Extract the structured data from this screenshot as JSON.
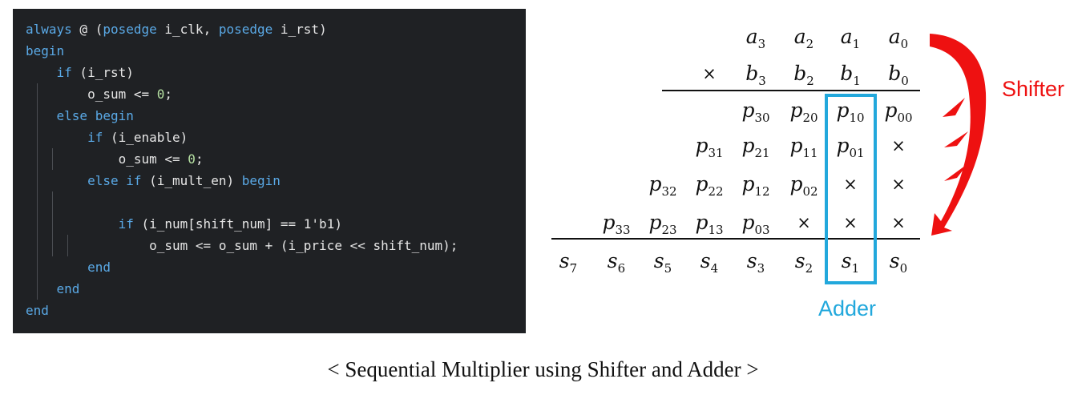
{
  "code": {
    "lines": [
      [
        {
          "t": "always",
          "k": "kw"
        },
        {
          "t": " @ (",
          "k": "id"
        },
        {
          "t": "posedge",
          "k": "kw"
        },
        {
          "t": " i_clk, ",
          "k": "id"
        },
        {
          "t": "posedge",
          "k": "kw"
        },
        {
          "t": " i_rst)",
          "k": "id"
        }
      ],
      [
        {
          "t": "begin",
          "k": "kw"
        }
      ],
      [
        {
          "t": "    ",
          "k": "id"
        },
        {
          "t": "if",
          "k": "kw"
        },
        {
          "t": " (i_rst)",
          "k": "id"
        }
      ],
      [
        {
          "t": "        o_sum <= ",
          "k": "id"
        },
        {
          "t": "0",
          "k": "num"
        },
        {
          "t": ";",
          "k": "id"
        }
      ],
      [
        {
          "t": "    ",
          "k": "id"
        },
        {
          "t": "else begin",
          "k": "kw"
        }
      ],
      [
        {
          "t": "        ",
          "k": "id"
        },
        {
          "t": "if",
          "k": "kw"
        },
        {
          "t": " (i_enable)",
          "k": "id"
        }
      ],
      [
        {
          "t": "            o_sum <= ",
          "k": "id"
        },
        {
          "t": "0",
          "k": "num"
        },
        {
          "t": ";",
          "k": "id"
        }
      ],
      [
        {
          "t": "        ",
          "k": "id"
        },
        {
          "t": "else if",
          "k": "kw"
        },
        {
          "t": " (i_mult_en) ",
          "k": "id"
        },
        {
          "t": "begin",
          "k": "kw"
        }
      ],
      [],
      [
        {
          "t": "            ",
          "k": "id"
        },
        {
          "t": "if",
          "k": "kw"
        },
        {
          "t": " (i_num[shift_num] == 1'b1)",
          "k": "id"
        }
      ],
      [
        {
          "t": "                o_sum <= o_sum + (i_price << shift_num);",
          "k": "id"
        }
      ],
      [
        {
          "t": "        ",
          "k": "id"
        },
        {
          "t": "end",
          "k": "kw"
        }
      ],
      [
        {
          "t": "    ",
          "k": "id"
        },
        {
          "t": "end",
          "k": "kw"
        }
      ],
      [
        {
          "t": "end",
          "k": "kw"
        }
      ]
    ]
  },
  "diagram": {
    "rows": [
      [
        "",
        "",
        "",
        "",
        "a_3",
        "a_2",
        "a_1",
        "a_0"
      ],
      [
        "",
        "",
        "",
        "×",
        "b_3",
        "b_2",
        "b_1",
        "b_0"
      ],
      [
        "",
        "",
        "",
        "p_30",
        "p_20",
        "p_10",
        "p_00"
      ],
      [
        "",
        "",
        "p_31",
        "p_21",
        "p_11",
        "p_01",
        "×"
      ],
      [
        "",
        "p_32",
        "p_22",
        "p_12",
        "p_02",
        "×",
        "×"
      ],
      [
        "p_33",
        "p_23",
        "p_13",
        "p_03",
        "×",
        "×",
        "×"
      ],
      [
        "s_7",
        "s_6",
        "s_5",
        "s_4",
        "s_3",
        "s_2",
        "s_1",
        "s_0"
      ]
    ],
    "adder_label": "Adder",
    "shifter_label": "Shifter",
    "colors": {
      "adder": "#22a8dc",
      "shifter": "#ee1111",
      "code_bg": "#1f2124",
      "keyword": "#5aa9e6",
      "number": "#b5e0a2"
    }
  },
  "caption": "< Sequential Multiplier using Shifter and Adder >"
}
